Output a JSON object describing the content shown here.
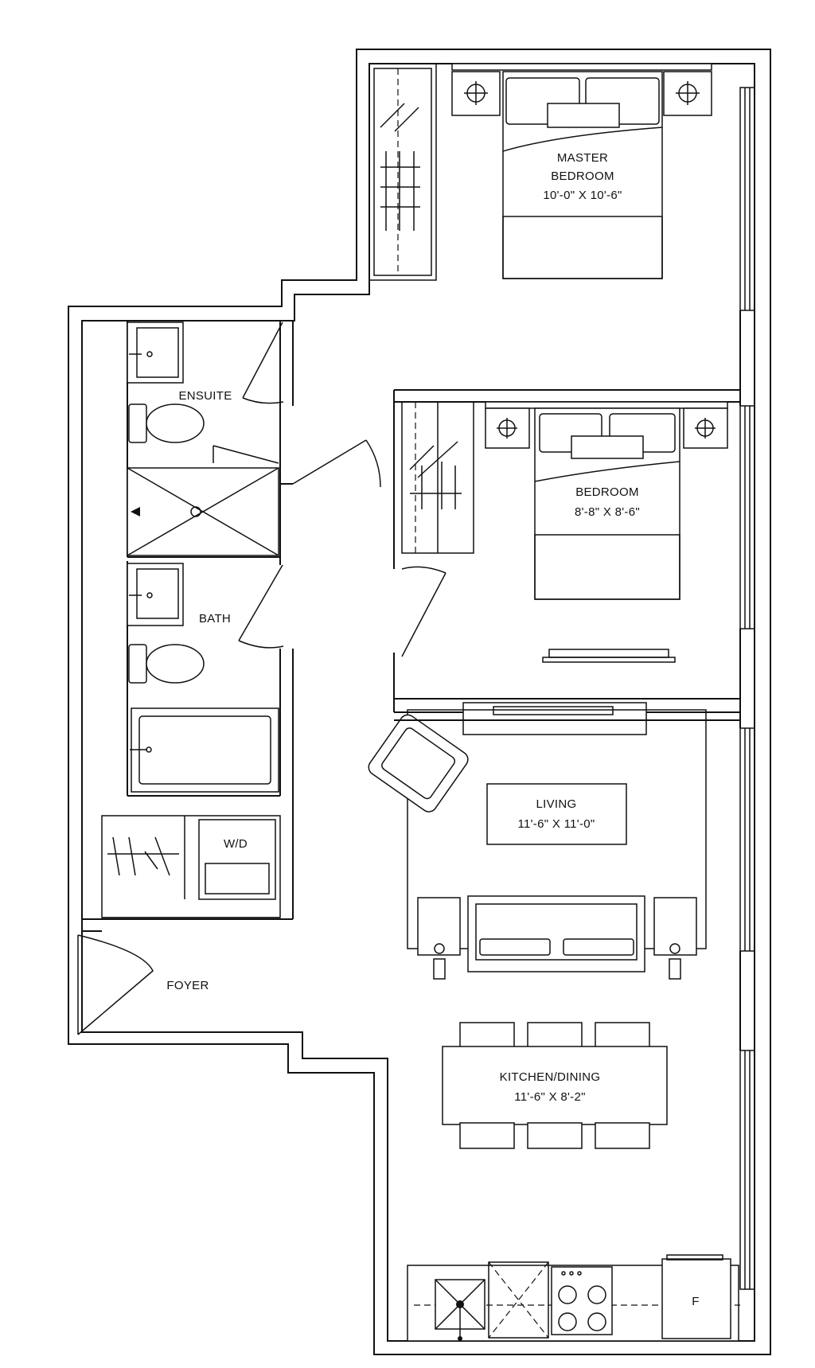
{
  "rooms": {
    "master_bedroom": {
      "name_line1": "MASTER",
      "name_line2": "BEDROOM",
      "size": "10'-0\" X 10'-6\""
    },
    "bedroom": {
      "name": "BEDROOM",
      "size": "8'-8\" X 8'-6\""
    },
    "ensuite": {
      "name": "ENSUITE"
    },
    "bath": {
      "name": "BATH"
    },
    "washer_dryer": {
      "name": "W/D"
    },
    "foyer": {
      "name": "FOYER"
    },
    "living": {
      "name": "LIVING",
      "size": "11'-6\" X 11'-0\""
    },
    "kitchen_dining": {
      "name": "KITCHEN/DINING",
      "size": "11'-6\" X 8'-2\""
    },
    "fridge": {
      "name": "F"
    }
  }
}
